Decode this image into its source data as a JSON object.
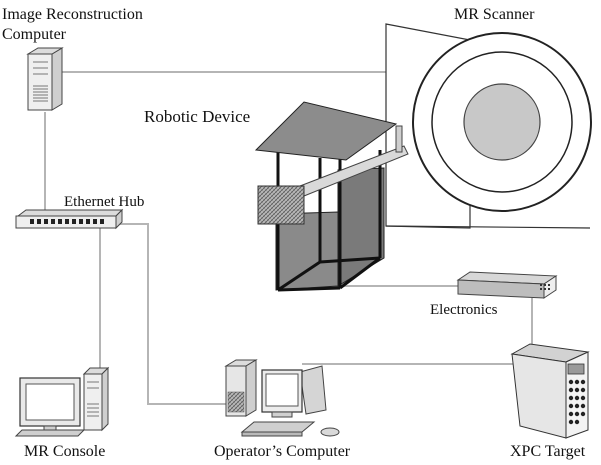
{
  "labels": {
    "image_recon_line1": "Image Reconstruction",
    "image_recon_line2": "Computer",
    "mr_scanner": "MR Scanner",
    "robotic_device": "Robotic Device",
    "ethernet_hub": "Ethernet Hub",
    "electronics": "Electronics",
    "mr_console": "MR Console",
    "operators_computer": "Operator’s Computer",
    "xpc_target": "XPC Target"
  },
  "colors": {
    "line": "#b5b5b5",
    "outline": "#333333",
    "scanner_bore": "#c8c8c8",
    "robot_top": "#8c8c8c",
    "robot_panel": "#777777",
    "device_body": "#e9e9e9"
  }
}
